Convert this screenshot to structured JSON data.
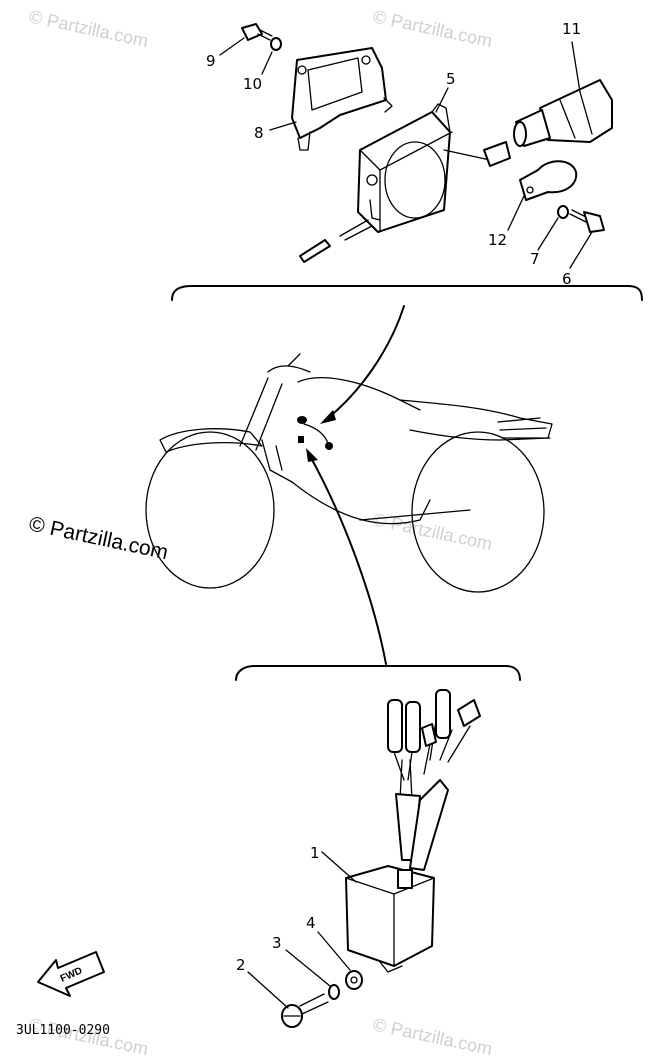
{
  "diagram": {
    "callouts": [
      {
        "id": "1",
        "text": "1"
      },
      {
        "id": "2",
        "text": "2"
      },
      {
        "id": "3",
        "text": "3"
      },
      {
        "id": "4",
        "text": "4"
      },
      {
        "id": "5",
        "text": "5"
      },
      {
        "id": "6",
        "text": "6"
      },
      {
        "id": "7",
        "text": "7"
      },
      {
        "id": "8",
        "text": "8"
      },
      {
        "id": "9",
        "text": "9"
      },
      {
        "id": "10",
        "text": "10"
      },
      {
        "id": "11",
        "text": "11"
      },
      {
        "id": "12",
        "text": "12"
      }
    ],
    "fwd_label": "FWD",
    "diagram_code": "3UL1100-0290",
    "watermark": "© Partzilla.com"
  },
  "colors": {
    "line": "#000000",
    "watermark": "#d0d0d0",
    "background": "#ffffff"
  }
}
